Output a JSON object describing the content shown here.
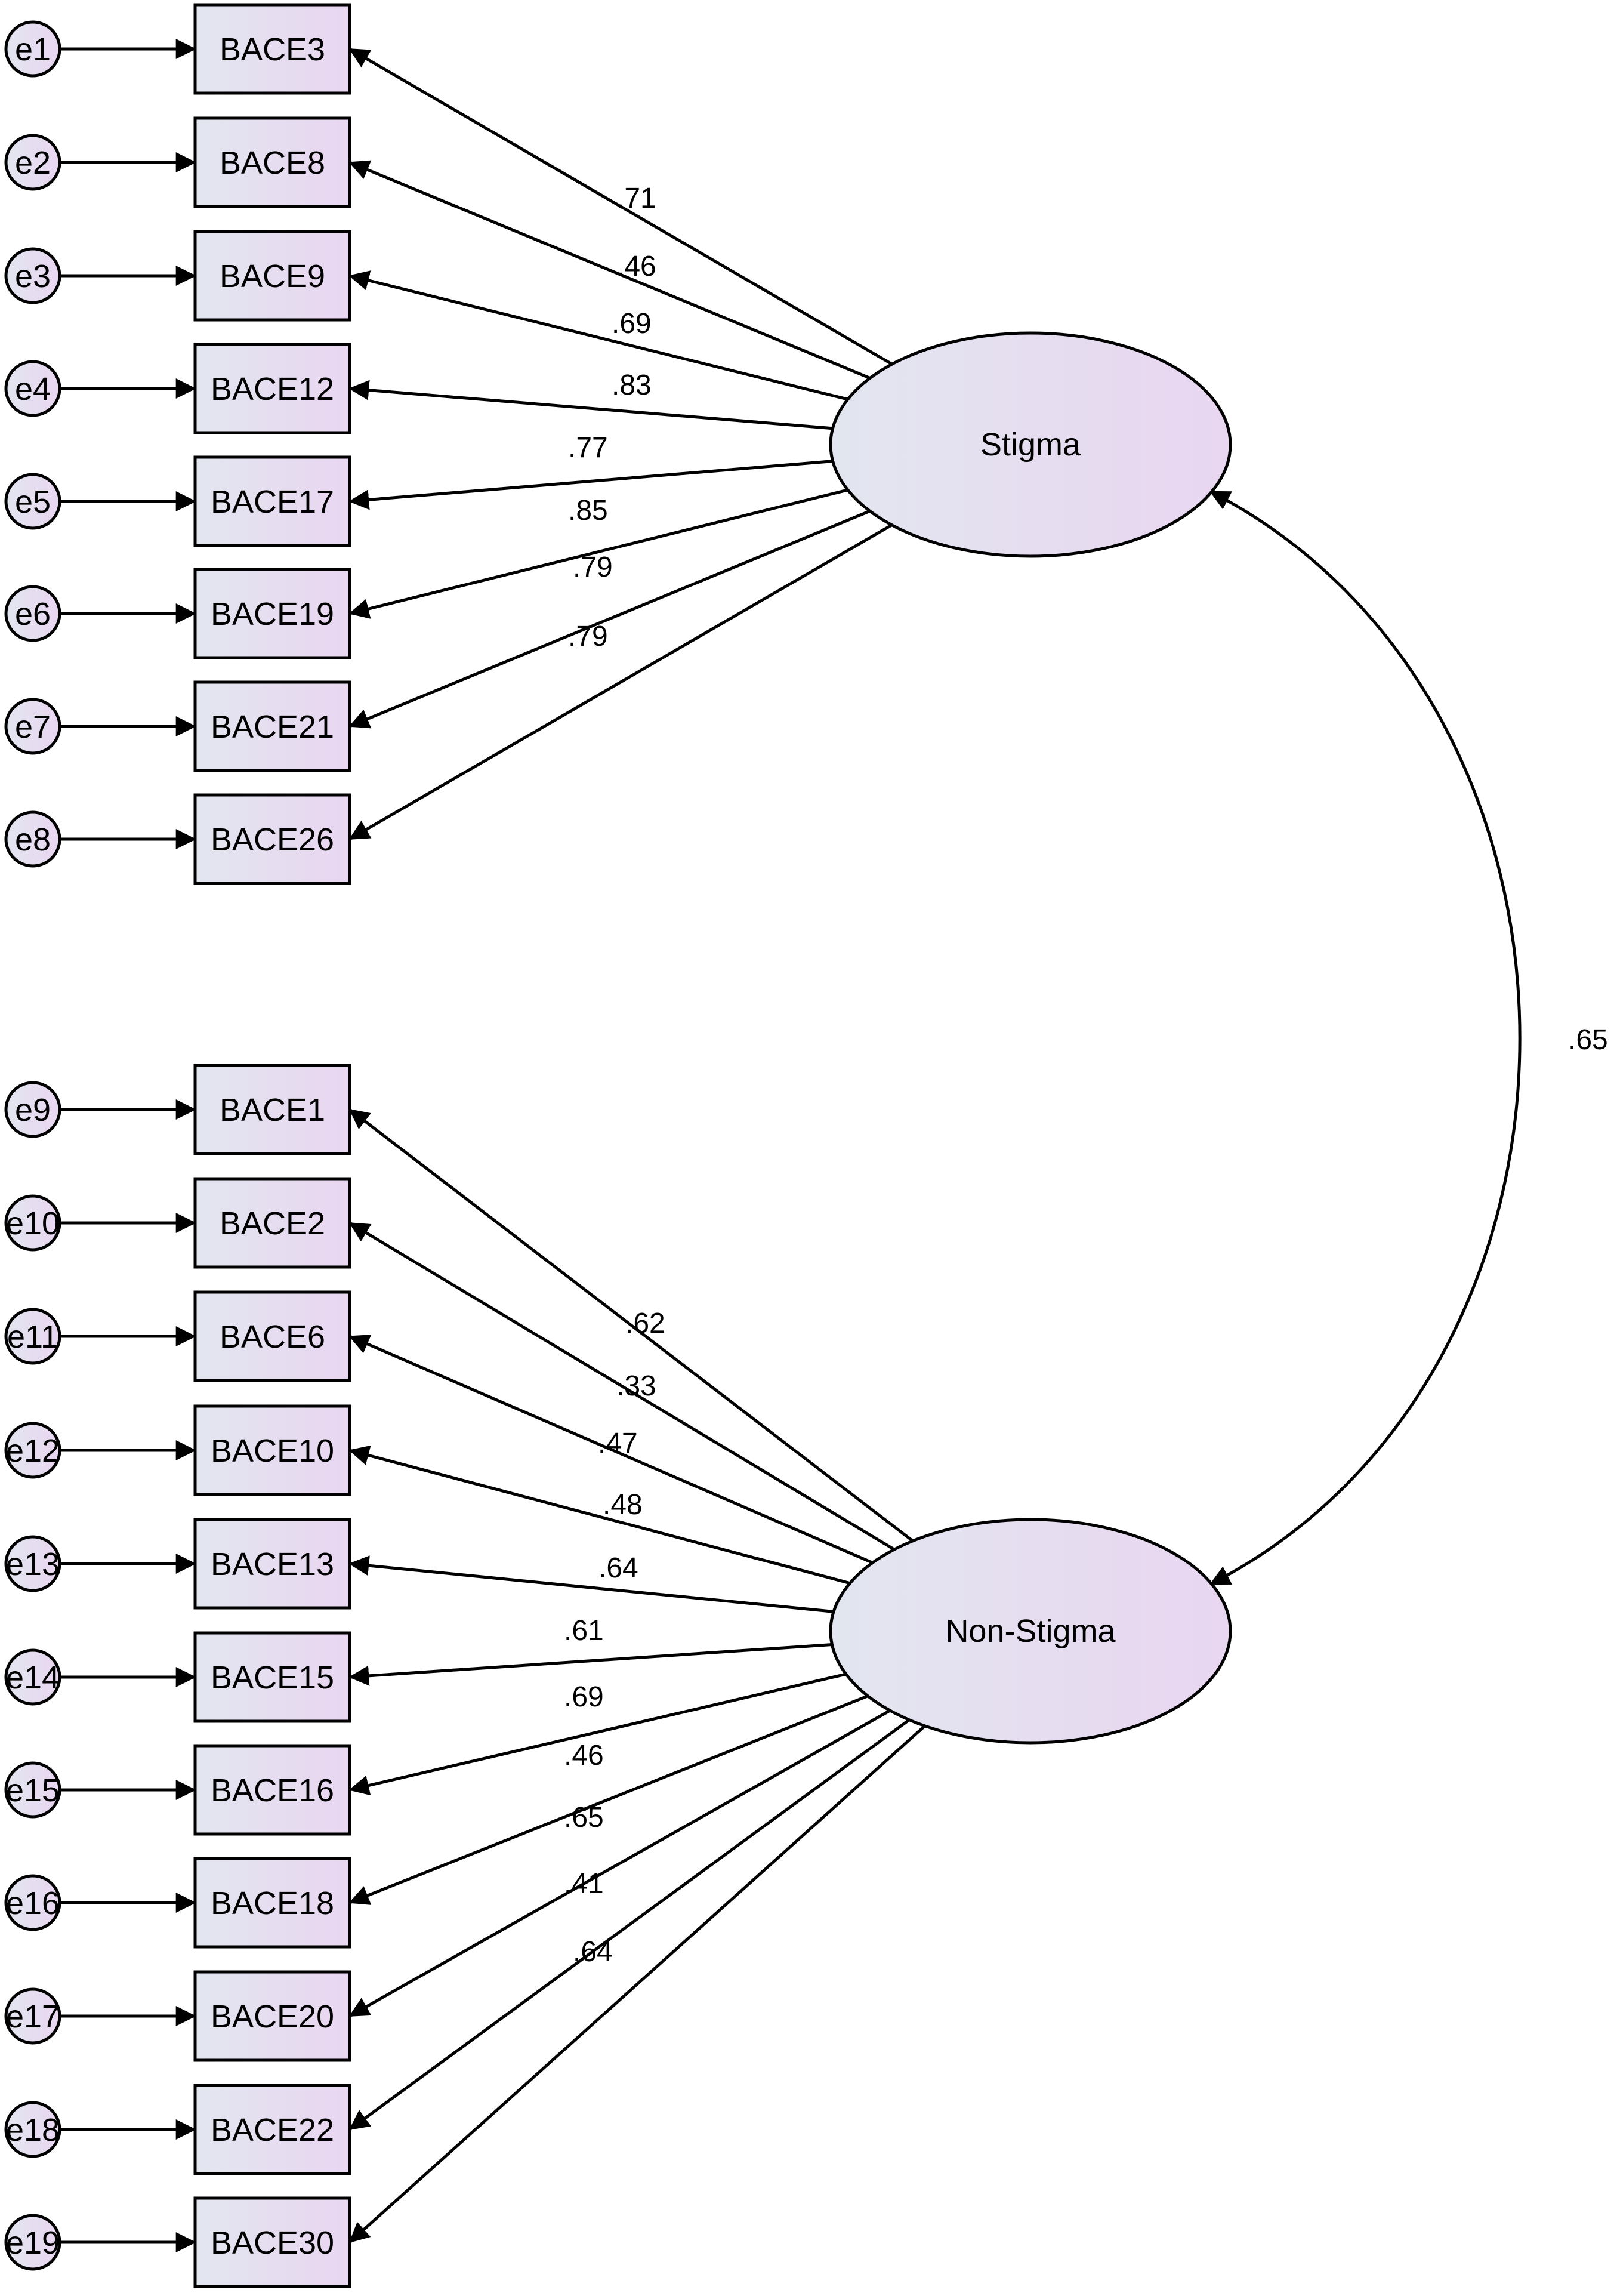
{
  "latents": [
    {
      "id": "stigma",
      "label": "Stigma"
    },
    {
      "id": "nonstigma",
      "label": "Non-Stigma"
    }
  ],
  "correlation": {
    "label": ".65",
    "value": 0.65
  },
  "groups": [
    {
      "latent": "stigma",
      "items": [
        {
          "error": "e1",
          "indicator": "BACE3",
          "loading": ".71"
        },
        {
          "error": "e2",
          "indicator": "BACE8",
          "loading": ".46"
        },
        {
          "error": "e3",
          "indicator": "BACE9",
          "loading": ".69"
        },
        {
          "error": "e4",
          "indicator": "BACE12",
          "loading": ".83"
        },
        {
          "error": "e5",
          "indicator": "BACE17",
          "loading": ".77"
        },
        {
          "error": "e6",
          "indicator": "BACE19",
          "loading": ".85"
        },
        {
          "error": "e7",
          "indicator": "BACE21",
          "loading": ".79"
        },
        {
          "error": "e8",
          "indicator": "BACE26",
          "loading": ".79"
        }
      ]
    },
    {
      "latent": "nonstigma",
      "items": [
        {
          "error": "e9",
          "indicator": "BACE1",
          "loading": ".62"
        },
        {
          "error": "e10",
          "indicator": "BACE2",
          "loading": ".33"
        },
        {
          "error": "e11",
          "indicator": "BACE6",
          "loading": ".47"
        },
        {
          "error": "e12",
          "indicator": "BACE10",
          "loading": ".48"
        },
        {
          "error": "e13",
          "indicator": "BACE13",
          "loading": ".64"
        },
        {
          "error": "e14",
          "indicator": "BACE15",
          "loading": ".61"
        },
        {
          "error": "e15",
          "indicator": "BACE16",
          "loading": ".69"
        },
        {
          "error": "e16",
          "indicator": "BACE18",
          "loading": ".46"
        },
        {
          "error": "e17",
          "indicator": "BACE20",
          "loading": ".65"
        },
        {
          "error": "e18",
          "indicator": "BACE22",
          "loading": ".41"
        },
        {
          "error": "e19",
          "indicator": "BACE30",
          "loading": ".64"
        }
      ]
    }
  ],
  "colors": {
    "stroke": "#000000",
    "fill_start": "#e2e6ef",
    "fill_end": "#e9d6f1"
  }
}
